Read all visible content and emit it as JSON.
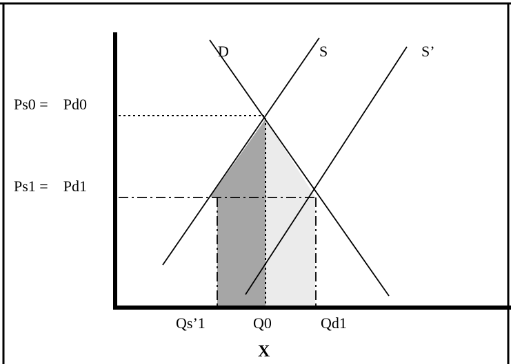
{
  "labels": {
    "demand": "D",
    "supply": "S",
    "supply_shifted": "S’",
    "price_initial": "Ps0 =    Pd0",
    "price_new": "Ps1 =    Pd1",
    "qty_supplied_new": "Qs’1",
    "qty_initial": "Q0",
    "qty_demanded_new": "Qd1",
    "x_axis": "X"
  },
  "colors": {
    "line": "#000000",
    "dark_region": "#a6a6a6",
    "light_region": "#ebebeb",
    "background": "#ffffff"
  }
}
